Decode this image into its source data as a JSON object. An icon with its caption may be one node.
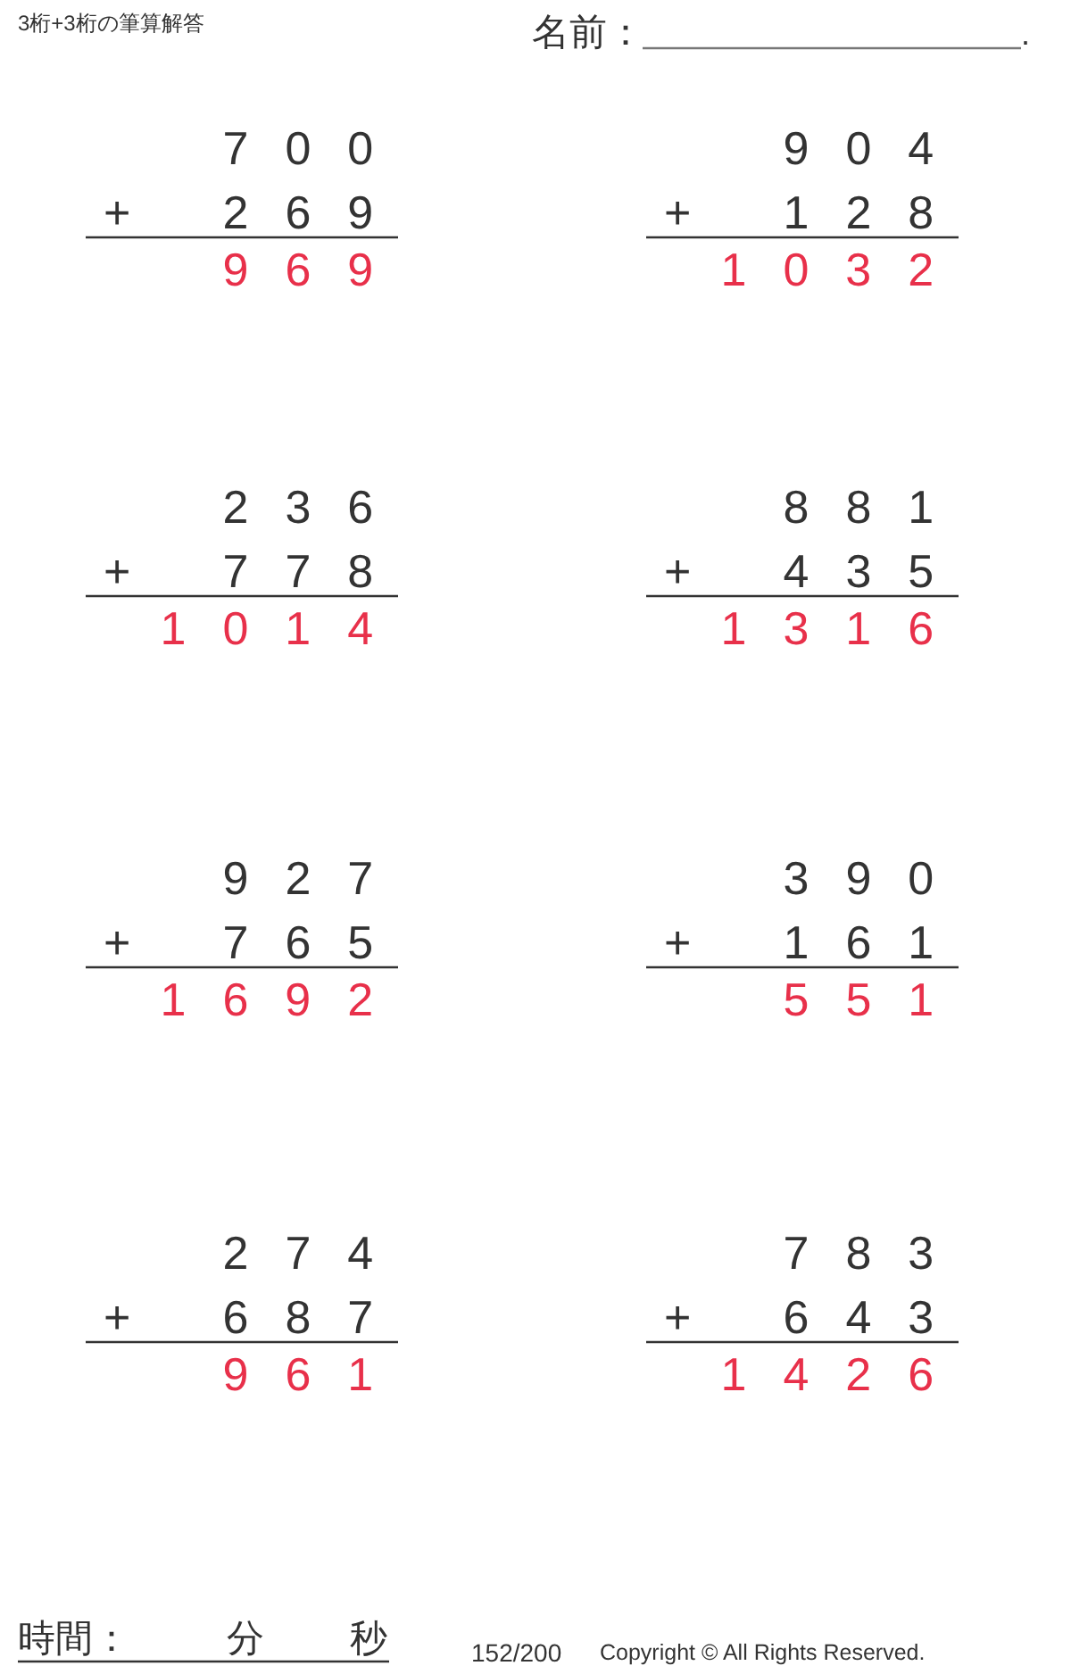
{
  "diagram": {
    "title": "3桁+3桁の筆算解答",
    "labels": [
      "名前：",
      ".",
      "700",
      "+",
      "269",
      "969",
      "904",
      "+",
      "128",
      "1032",
      "236",
      "+",
      "778",
      "1014",
      "881",
      "+",
      "435",
      "1316",
      "927",
      "+",
      "765",
      "1692",
      "390",
      "+",
      "161",
      "551",
      "274",
      "+",
      "687",
      "961",
      "783",
      "+",
      "643",
      "1426",
      "時間：",
      "分",
      "秒",
      "152/200",
      "Copyright © All Rights Reserved."
    ]
  }
}
